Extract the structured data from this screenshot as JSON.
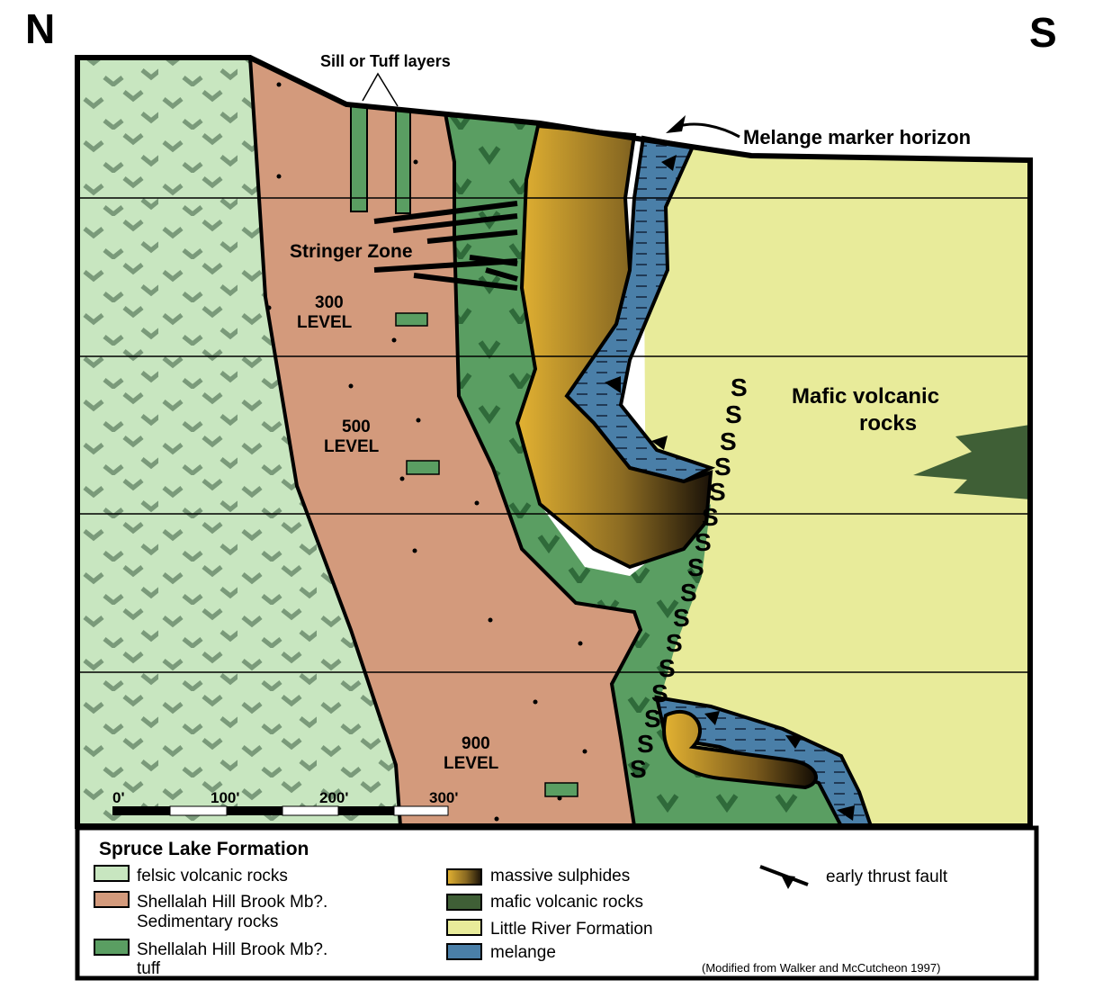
{
  "compass": {
    "north": "N",
    "south": "S"
  },
  "annotations": {
    "sill_tuff": "Sill or Tuff layers",
    "melange_marker": "Melange marker horizon",
    "stringer_zone": "Stringer Zone",
    "mafic_line1": "Mafic volcanic",
    "mafic_line2": "rocks"
  },
  "levels": [
    {
      "number": "300",
      "label": "LEVEL"
    },
    {
      "number": "500",
      "label": "LEVEL"
    },
    {
      "number": "900",
      "label": "LEVEL"
    }
  ],
  "scale_bar": {
    "ticks": [
      "0'",
      "100'",
      "200'",
      "300'"
    ]
  },
  "legend": {
    "title": "Spruce Lake Formation",
    "items": [
      {
        "label": "felsic volcanic rocks",
        "color": "#c8e6c0"
      },
      {
        "label": "Shellalah Hill Brook Mb?.",
        "label2": "Sedimentary rocks",
        "color": "#d39a7c"
      },
      {
        "label": "Shellalah Hill Brook Mb?.",
        "label2": "tuff",
        "color": "#5a9e62"
      },
      {
        "label": "massive sulphides",
        "color": "gradient-gold-black"
      },
      {
        "label": "mafic volcanic rocks",
        "color": "#3f5f36"
      },
      {
        "label": "Little River Formation",
        "color": "#e8eb9a"
      },
      {
        "label": "melange",
        "color": "#4a7fa8"
      },
      {
        "label": "early thrust fault",
        "color": "#000000"
      }
    ],
    "credit": "(Modified from Walker and McCutcheon  1997)"
  },
  "colors": {
    "felsic": "#c8e6c0",
    "felsic_v": "#7a9a7a",
    "sediment": "#d39a7c",
    "tuff": "#5a9e62",
    "tuff_v": "#2f6a3a",
    "little_river": "#e8eb9a",
    "melange": "#4a7fa8",
    "mafic": "#3f5f36",
    "sulphide_light": "#e0b030",
    "sulphide_dark": "#1a1208"
  }
}
